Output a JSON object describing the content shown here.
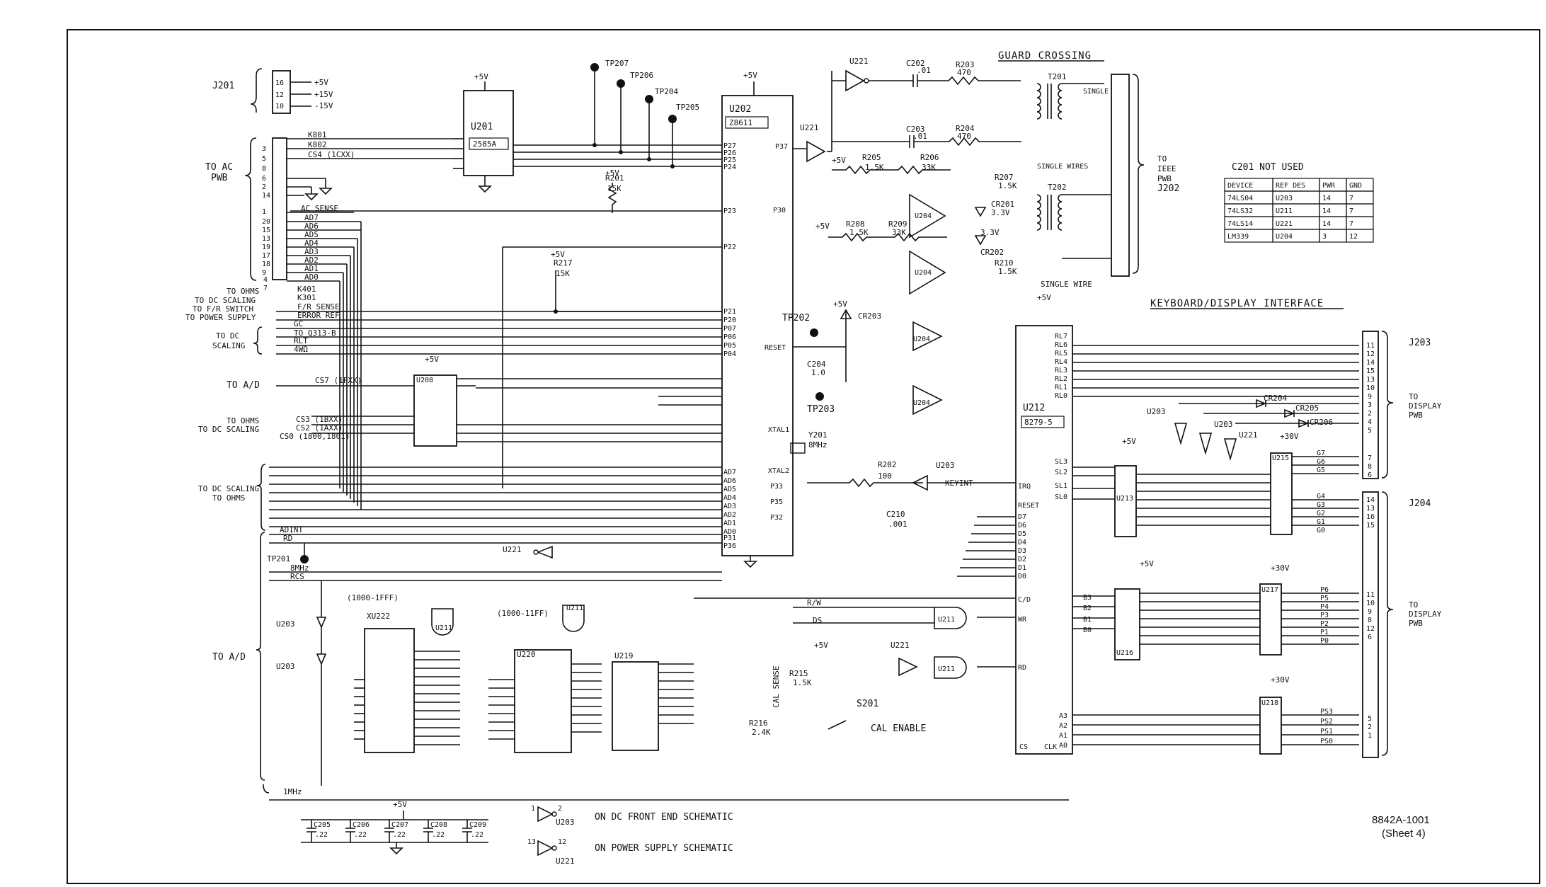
{
  "drawing": {
    "number": "8842A-1001",
    "sheet": "(Sheet 4)",
    "note_c201": "C201 NOT USED"
  },
  "sections": {
    "guard_crossing": "GUARD CROSSING",
    "keyboard_display": "KEYBOARD/DISPLAY INTERFACE"
  },
  "connectors": {
    "j201": "J201",
    "j202": [
      "TO",
      "IEEE",
      "PWB",
      "J202"
    ],
    "j203": "J203",
    "j204": "J204",
    "to_ac_pwb": [
      "TO AC",
      "PWB"
    ],
    "to_display_1": [
      "TO",
      "DISPLAY",
      "PWB"
    ],
    "to_display_2": [
      "TO",
      "DISPLAY",
      "PWB"
    ]
  },
  "j201_pins": [
    {
      "pin": "16",
      "net": "+5V"
    },
    {
      "pin": "12",
      "net": "+15V"
    },
    {
      "pin": "10",
      "net": "-15V"
    }
  ],
  "ac_pwb_pins": [
    "3",
    "5",
    "8",
    "6",
    "2",
    "14",
    "1",
    "20",
    "15",
    "13",
    "19",
    "17",
    "18",
    "9",
    "4",
    "7"
  ],
  "ac_signals": [
    "K801",
    "K802",
    "CS4 (1CXX)",
    "AC SENSE",
    "AD7",
    "AD6",
    "AD5",
    "AD4",
    "AD3",
    "AD2",
    "AD1",
    "AD0"
  ],
  "left_signals": [
    {
      "to": "TO OHMS",
      "sig": "K401"
    },
    {
      "to": "TO DC SCALING",
      "sig": "K301"
    },
    {
      "to": "TO F/R SWITCH",
      "sig": "F/R SENSE"
    },
    {
      "to": "TO POWER SUPPLY",
      "sig": "ERROR REF"
    }
  ],
  "dc_scaling_sigs": [
    "GC",
    "TO Q313-B",
    "RLT",
    "4WΩ"
  ],
  "dc_scaling_label": [
    "TO DC",
    "SCALING"
  ],
  "to_ad_1": "TO A/D",
  "to_ad_2": "TO A/D",
  "cs_lines": [
    "CS7 (1FXX)",
    "CS3 (1BXX)",
    "CS2 (1AXX)",
    "CS0 (1800,1801)"
  ],
  "to_ohms_2": "TO OHMS",
  "to_dc_scaling_2": "TO DC SCALING",
  "to_dc_scaling_3": "TO DC SCALING",
  "to_ohms_3": "TO OHMS",
  "bottom_left_sigs": [
    "ADINT",
    "RD",
    "8MHz",
    "RCS"
  ],
  "tp": [
    "TP201",
    "TP202",
    "TP203",
    "TP204",
    "TP205",
    "TP206",
    "TP207"
  ],
  "ics": {
    "u201": "U201",
    "u201_part": "2585A",
    "u202": "U202",
    "u202_part": "Z8611",
    "u208": "U208",
    "u212": "U212",
    "u212_part": "8279-5",
    "u213": "U213",
    "u216": "U216",
    "u215": "U215",
    "u217": "U217",
    "u218": "U218",
    "xu222": "XU222",
    "u220": "U220",
    "u219": "U219",
    "u204": "U204",
    "u211": "U211",
    "u221": "U221",
    "u203": "U203",
    "t201": "T201",
    "t202": "T202"
  },
  "components": {
    "c202": [
      "C202",
      ".01"
    ],
    "c203": [
      "C203",
      ".01"
    ],
    "r203": [
      "R203",
      "470"
    ],
    "r204": [
      "R204",
      "470"
    ],
    "r205": [
      "R205",
      "1.5K"
    ],
    "r206": [
      "R206",
      "33K"
    ],
    "r207": [
      "R207",
      "1.5K"
    ],
    "r208": [
      "R208",
      "1.5K"
    ],
    "r209": [
      "R209",
      "33K"
    ],
    "r210": [
      "R210",
      "1.5K"
    ],
    "r201": [
      "R201",
      "15K"
    ],
    "r217": [
      "R217",
      "15K"
    ],
    "r202": [
      "R202",
      "100"
    ],
    "r215": [
      "R215",
      "1.5K"
    ],
    "r216": [
      "R216",
      "2.4K"
    ],
    "c204": [
      "C204",
      "1.0"
    ],
    "c210": [
      "C210",
      ".001"
    ],
    "cr201": [
      "CR201",
      "3.3V"
    ],
    "cr202": [
      "CR202",
      "3.3V"
    ],
    "cr203": "CR203",
    "cr204": "CR204",
    "cr205": "CR205",
    "cr206": "CR206",
    "y201": [
      "Y201",
      "8MHz"
    ],
    "s201": "S201",
    "cal_enable": "CAL ENABLE",
    "cal_sense": "CAL SENSE",
    "keyint": "KEYINT",
    "single_wire": "SINGLE WIRE",
    "single_wires": "SINGLE WIRES",
    "mhz1": "1MHz",
    "p5v": "+5V",
    "p30v": "+30V"
  },
  "u202_pins_left": [
    "P27",
    "P26",
    "P25",
    "P24",
    "P23",
    "P22",
    "P21",
    "P20",
    "P07",
    "P06",
    "P05",
    "P04"
  ],
  "u202_pins_right": [
    "P37",
    "P30",
    "RESET",
    "XTAL1",
    "XTAL2",
    "P33",
    "P35",
    "P32"
  ],
  "u202_bus": [
    "AD7",
    "AD6",
    "AD5",
    "AD4",
    "AD3",
    "AD2",
    "AD1",
    "AD0",
    "P31",
    "P36"
  ],
  "u212_pins": [
    "RL7",
    "RL6",
    "RL5",
    "RL4",
    "RL3",
    "RL2",
    "RL1",
    "RL0",
    "SL3",
    "SL2",
    "SL1",
    "SL0",
    "IRQ",
    "RESET",
    "D7",
    "D6",
    "D5",
    "D4",
    "D3",
    "D2",
    "D1",
    "D0",
    "C/D",
    "WR",
    "RD",
    "CS",
    "CLK"
  ],
  "b_lines": [
    "B3",
    "B2",
    "B1",
    "B0"
  ],
  "a_lines": [
    "A3",
    "A2",
    "A1",
    "A0"
  ],
  "j203_pins": [
    "11",
    "12",
    "14",
    "15",
    "13",
    "10",
    "9",
    "3",
    "2",
    "4",
    "5",
    "7",
    "8",
    "6"
  ],
  "g_lines": [
    "G7",
    "G6",
    "G5",
    "G4",
    "G3",
    "G2",
    "G1",
    "G0"
  ],
  "j204_pins": [
    "14",
    "13",
    "16",
    "15",
    "11",
    "10",
    "9",
    "8",
    "12",
    "6",
    "5",
    "2",
    "1"
  ],
  "p_lines": [
    "P6",
    "P5",
    "P4",
    "P3",
    "P2",
    "P1",
    "P0"
  ],
  "ps_lines": [
    "PS3",
    "PS2",
    "PS1",
    "PS0"
  ],
  "power_table": {
    "headers": [
      "DEVICE",
      "REF DES",
      "PWR",
      "GND"
    ],
    "rows": [
      [
        "74LS04",
        "U203",
        "14",
        "7"
      ],
      [
        "74LS32",
        "U211",
        "14",
        "7"
      ],
      [
        "74LS14",
        "U221",
        "14",
        "7"
      ],
      [
        "LM339",
        "U204",
        "3",
        "12"
      ]
    ]
  },
  "bypass_caps": [
    {
      "ref": "C205",
      "val": ".22"
    },
    {
      "ref": "C206",
      "val": ".22"
    },
    {
      "ref": "C207",
      "val": ".22"
    },
    {
      "ref": "C208",
      "val": ".22"
    },
    {
      "ref": "C209",
      "val": ".22"
    }
  ],
  "legend": [
    {
      "ref": "U203",
      "text": "ON DC FRONT END SCHEMATIC"
    },
    {
      "ref": "U221",
      "text": "ON POWER SUPPLY SCHEMATIC"
    }
  ],
  "mem_ranges": [
    "(1000-1FFF)",
    "(1000-11FF)"
  ]
}
